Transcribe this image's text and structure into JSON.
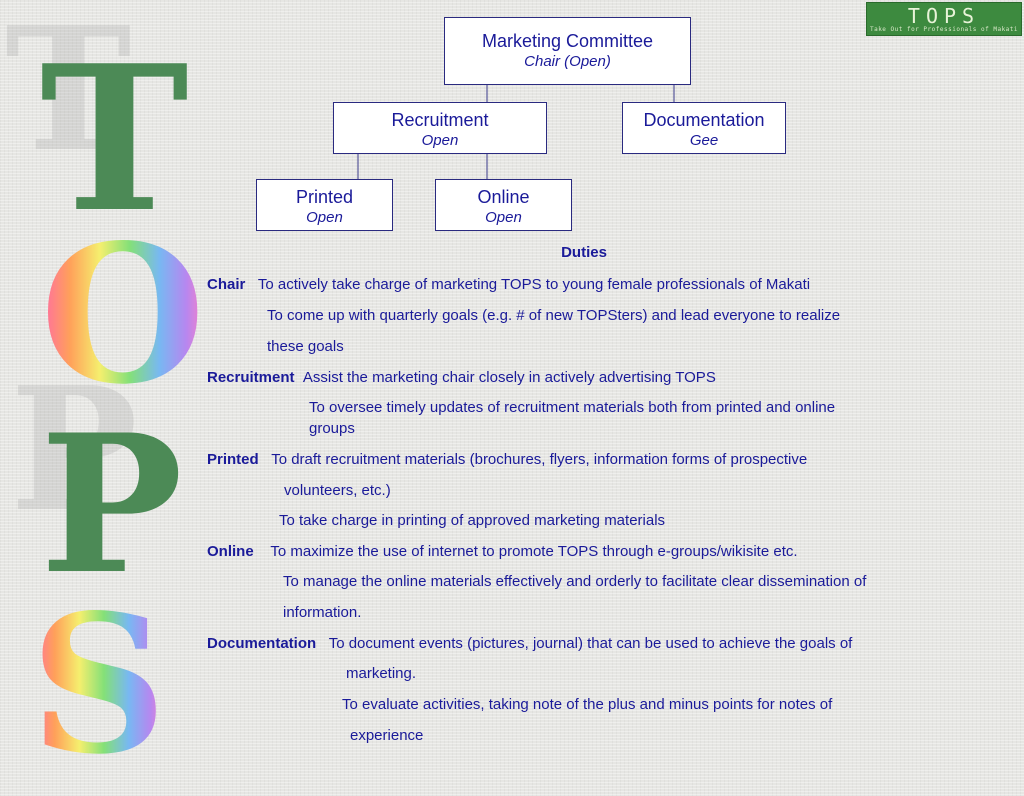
{
  "logo": {
    "title": "TOPS",
    "subtitle": "Take Out for Professionals of Makati",
    "accent_color": "#3d8a3f"
  },
  "decoration": {
    "letters": [
      "T",
      "O",
      "P",
      "S"
    ]
  },
  "org_chart": {
    "marketing_committee": {
      "title": "Marketing Committee",
      "status": "Chair (Open)"
    },
    "recruitment": {
      "title": "Recruitment",
      "status": "Open"
    },
    "documentation": {
      "title": "Documentation",
      "status": "Gee"
    },
    "printed": {
      "title": "Printed",
      "status": "Open"
    },
    "online": {
      "title": "Online",
      "status": "Open"
    }
  },
  "duties": {
    "heading": "Duties",
    "chair": {
      "label": "Chair",
      "lines": [
        "To actively take charge of marketing TOPS to young female professionals of Makati",
        "To come up with quarterly goals (e.g. # of new TOPSters) and lead everyone to realize",
        "these goals"
      ]
    },
    "recruitment": {
      "label": "Recruitment",
      "lines": [
        "Assist the marketing chair closely in actively advertising TOPS",
        "To oversee timely updates of recruitment materials both from printed and online",
        "groups"
      ]
    },
    "printed": {
      "label": "Printed",
      "lines": [
        "To draft recruitment materials (brochures, flyers, information forms of prospective",
        "volunteers, etc.)",
        "To take charge in printing of approved marketing materials"
      ]
    },
    "online": {
      "label": "Online",
      "lines": [
        "To maximize the use of internet to promote TOPS through e-groups/wikisite etc.",
        "To manage the online materials effectively and orderly to facilitate clear dissemination of",
        "information."
      ]
    },
    "documentation": {
      "label": "Documentation",
      "lines": [
        "To document events (pictures, journal) that can be used to achieve the goals of",
        "marketing.",
        "To evaluate activities, taking note of the plus and minus points for notes of",
        "experience"
      ]
    }
  }
}
